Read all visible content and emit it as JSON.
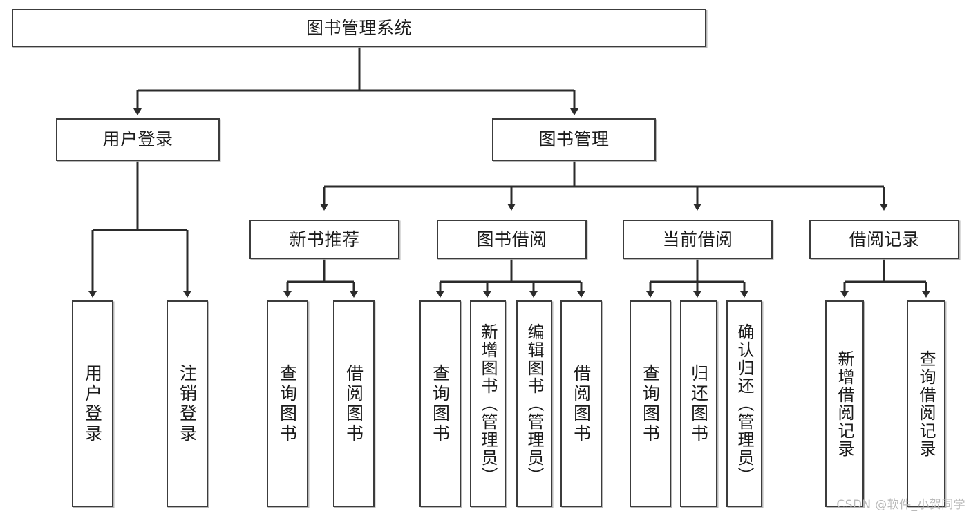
{
  "diagram": {
    "title": "图书管理系统",
    "type": "tree",
    "watermark": "CSDN @软件_小贺同学",
    "colors": {
      "box_border": "#3c3c3c",
      "box_fill": "#ffffff",
      "connector": "#2b2b2b",
      "text": "#1b1b1b",
      "watermark": "#b9b9b9"
    },
    "levels": {
      "root": {
        "label": "图书管理系统"
      },
      "level2": [
        {
          "label": "用户登录"
        },
        {
          "label": "图书管理"
        }
      ],
      "level3": [
        {
          "label": "新书推荐"
        },
        {
          "label": "图书借阅"
        },
        {
          "label": "当前借阅"
        },
        {
          "label": "借阅记录"
        }
      ],
      "leaves": [
        {
          "label": "用户登录",
          "parent": "用户登录"
        },
        {
          "label": "注销登录",
          "parent": "用户登录"
        },
        {
          "label": "查询图书",
          "parent": "新书推荐"
        },
        {
          "label": "借阅图书",
          "parent": "新书推荐"
        },
        {
          "label": "查询图书",
          "parent": "图书借阅"
        },
        {
          "label": "新增图书（管理员）",
          "parent": "图书借阅"
        },
        {
          "label": "编辑图书（管理员）",
          "parent": "图书借阅"
        },
        {
          "label": "借阅图书",
          "parent": "图书借阅"
        },
        {
          "label": "查询图书",
          "parent": "当前借阅"
        },
        {
          "label": "归还图书",
          "parent": "当前借阅"
        },
        {
          "label": "确认归还（管理员）",
          "parent": "当前借阅"
        },
        {
          "label": "新增借阅记录",
          "parent": "借阅记录"
        },
        {
          "label": "查询借阅记录",
          "parent": "借阅记录"
        }
      ]
    }
  }
}
